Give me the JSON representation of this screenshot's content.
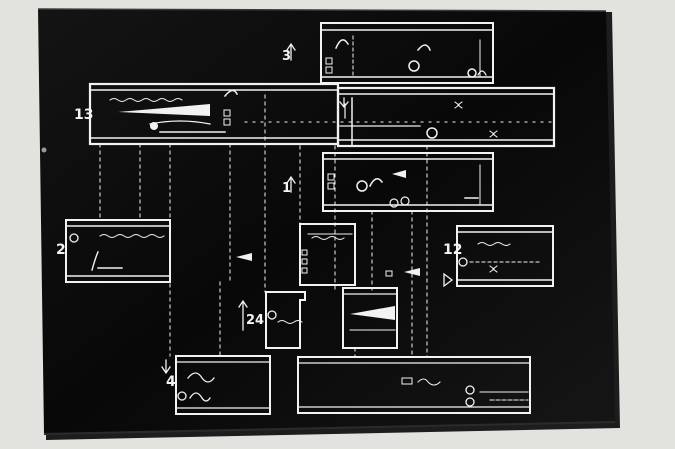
{
  "photo": {
    "description": "Photograph of a black photographic print of a graphic music score with white rectangular frames, staves and symbols",
    "colors": {
      "background": "#e4e5e0",
      "print": "#0b0b0b",
      "ink": "#f2f2f2"
    }
  },
  "score": {
    "section_labels": [
      "13",
      "3",
      "1",
      "2",
      "12",
      "24",
      "4"
    ]
  }
}
